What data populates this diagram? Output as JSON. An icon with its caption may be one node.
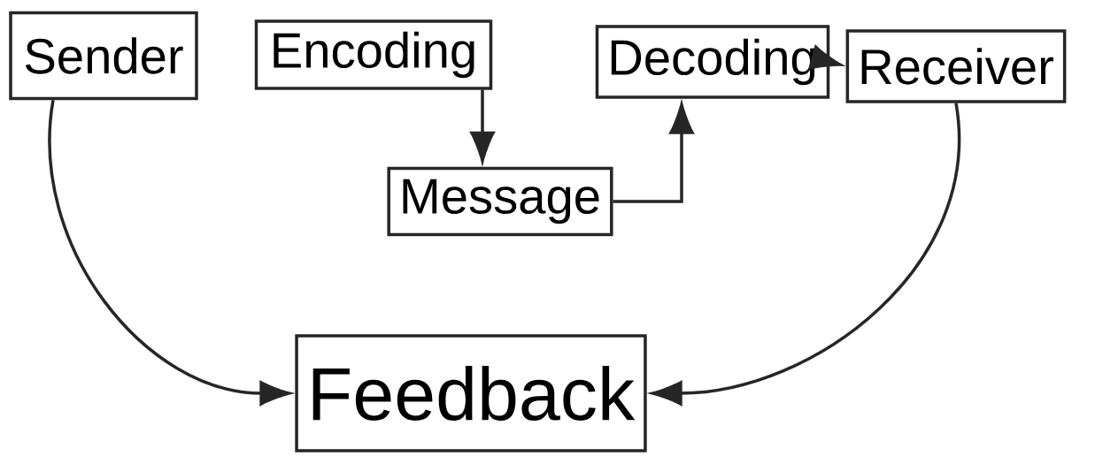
{
  "diagram": {
    "nodes": [
      {
        "text": [
          "Sender"
        ]
      },
      {
        "text": [
          "Encoding"
        ]
      },
      {
        "text": [
          "Message"
        ]
      },
      {
        "text": [
          "Decoding"
        ]
      },
      {
        "text": [
          "Receiver"
        ]
      },
      {
        "text": [
          "Feedback"
        ]
      }
    ],
    "edges": [
      {
        "from": 0,
        "to": 5,
        "arrow": "to"
      },
      {
        "from": 1,
        "to": 2,
        "arrow": "to"
      },
      {
        "from": 2,
        "to": 3,
        "arrow": "to"
      },
      {
        "from": 3,
        "to": 4,
        "arrow": "to"
      },
      {
        "from": 4,
        "to": 5,
        "arrow": "to"
      }
    ]
  }
}
